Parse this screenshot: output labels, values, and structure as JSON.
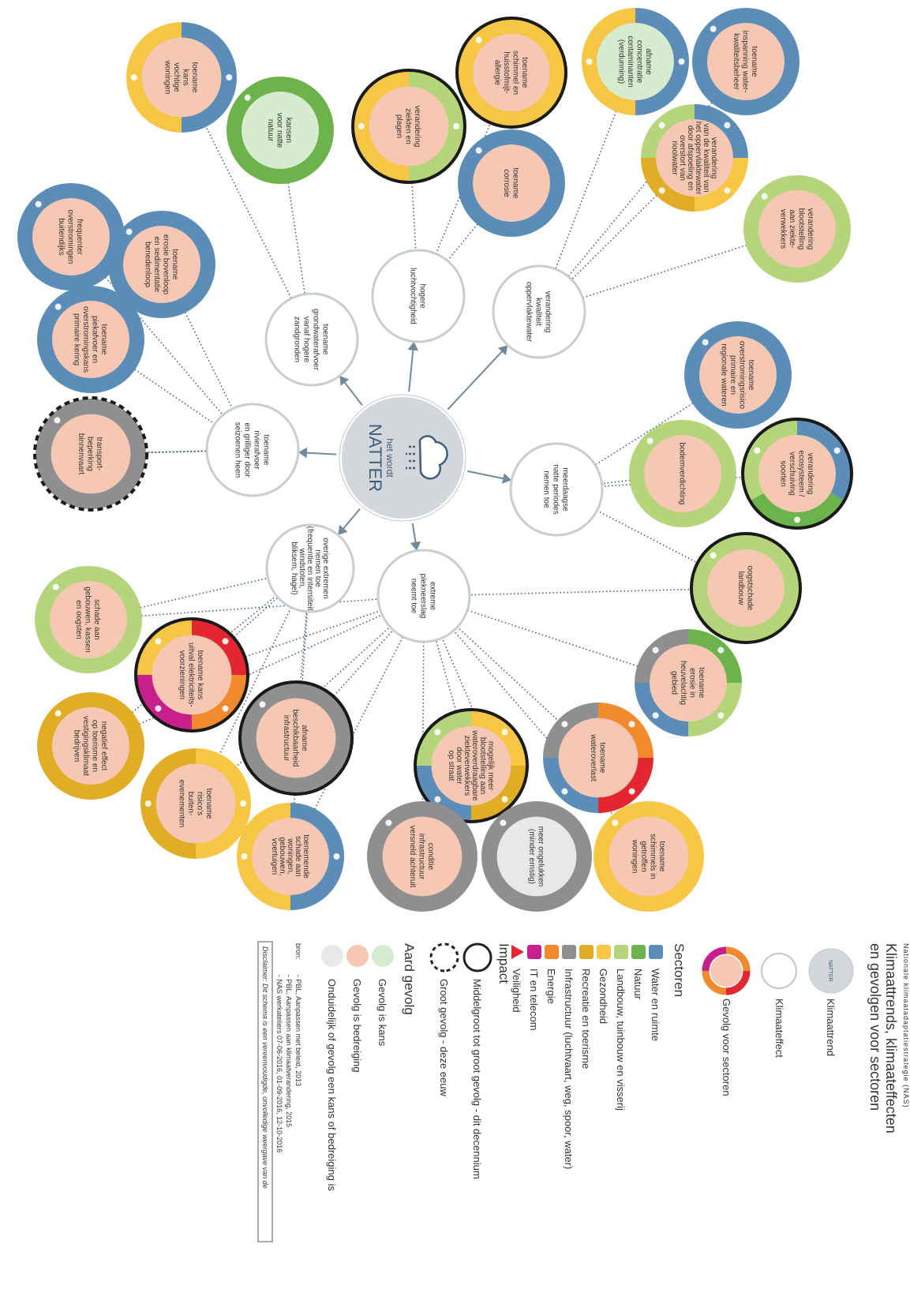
{
  "title": {
    "overline": "Nationale klimaatadaptatiestrategie (NAS)",
    "line1": "Klimaattrends, klimaateffecten",
    "line2": "en gevolgen voor sectoren"
  },
  "legend": {
    "klimaattrend_label": "Klimaattrend",
    "klimaateffect_label": "Klimaateffect",
    "gevolg_label": "Gevolg voor sectoren",
    "sectoren_heading": "Sectoren",
    "sectors": [
      {
        "label": "Water en ruimte",
        "color": "#5b8db8",
        "icon": "water-waves-icon"
      },
      {
        "label": "Natuur",
        "color": "#6bb34a",
        "icon": "tree-icon"
      },
      {
        "label": "Landbouw, tuinbouw en visserij",
        "color": "#b4d57a",
        "icon": "wheat-icon"
      },
      {
        "label": "Gezondheid",
        "color": "#f6c644",
        "icon": "heart-icon"
      },
      {
        "label": "Recreatie en toerisme",
        "color": "#e0ad24",
        "icon": "hiker-icon"
      },
      {
        "label": "Infrastructuur (luchtvaart, weg, spoor, water)",
        "color": "#8f8f91",
        "icon": "junction-icon"
      },
      {
        "label": "Energie",
        "color": "#f08a2c",
        "icon": "lightning-icon"
      },
      {
        "label": "IT en telecom",
        "color": "#c81f8e",
        "icon": "at-icon"
      },
      {
        "label": "Veiligheid",
        "color": "#e3262f",
        "icon": "warning-icon"
      }
    ],
    "impact_heading": "Impact",
    "impact": [
      {
        "label": "Middelgroot tot groot gevolg - dit decennium"
      },
      {
        "label": "Groot gevolg - deze eeuw"
      }
    ],
    "aard_heading": "Aard gevolg",
    "aard": [
      {
        "label": "Gevolg is kans",
        "color": "#d7ebcf"
      },
      {
        "label": "Gevolg is bedreiging",
        "color": "#f6c8b3"
      },
      {
        "label": "Onduidelijk of gevolg een kans of bedreiging is",
        "color": "#e6e8ea"
      }
    ],
    "bron_label": "bron:",
    "sources": [
      "- PBL, Aanpassen met beleid, 2013",
      "- PBL, Aanpassen aan klimaatverandering, 2015",
      "- NAS werkateliers 07-06-2016, 01-09-2016, 12-10-2016"
    ],
    "disclaimer": "Disclaimer: Dit schema is een vereenvoudigde, onvolledige weergave van de"
  },
  "center": {
    "line1": "het wordt",
    "line2": "NATTER"
  },
  "effects": [
    {
      "lines": [
        "toename",
        "grondwaterafvoer",
        "vanaf hogere",
        "zandgronden"
      ]
    },
    {
      "lines": [
        "hogere",
        "luchtvochtigheid"
      ]
    },
    {
      "lines": [
        "verandering",
        "kwaliteit",
        "oppervlaktewater"
      ]
    },
    {
      "lines": [
        "toename",
        "rivierafvoer",
        "en grilliger door",
        "seizoenen heen"
      ]
    },
    {
      "lines": [
        "meerdaagse",
        "natte periodes",
        "nemen toe"
      ]
    },
    {
      "lines": [
        "overige extremen",
        "nemen toe",
        "(frequentie en intensiteit",
        "windstoten,",
        "bliksem, hagel)"
      ]
    },
    {
      "lines": [
        "extreme",
        "piekneerslag",
        "neemt toe"
      ]
    }
  ],
  "consequences": [
    {
      "lines": [
        "toename",
        "kans",
        "vochtige",
        "woningen"
      ]
    },
    {
      "lines": [
        "kansen",
        "voor natte",
        "natuur"
      ]
    },
    {
      "lines": [
        "frequenter",
        "overstromingen",
        "buitendijks"
      ]
    },
    {
      "lines": [
        "toename",
        "erosie bovenloop",
        "en sedimentatie",
        "benedenloop"
      ]
    },
    {
      "lines": [
        "toename",
        "piekafvoer en",
        "overstromingskans",
        "primaire kering"
      ]
    },
    {
      "lines": [
        "transport-",
        "beperking",
        "binnenvaart"
      ]
    },
    {
      "lines": [
        "verandering",
        "ziekten en",
        "plagen"
      ]
    },
    {
      "lines": [
        "toename",
        "schimmel en",
        "huisstofmijt-",
        "allergie"
      ]
    },
    {
      "lines": [
        "toename",
        "corrosie"
      ]
    },
    {
      "lines": [
        "afname",
        "concentratie",
        "contaminanten",
        "(verdunning)"
      ]
    },
    {
      "lines": [
        "toename",
        "inspanning water-",
        "kwaliteitsbeheer"
      ]
    },
    {
      "lines": [
        "verandering",
        "van de kwaliteit van",
        "het oppervlaktewater",
        "door afspoeling en",
        "overstort van",
        "rioolwater"
      ]
    },
    {
      "lines": [
        "verandering",
        "blootstelling",
        "aan ziekte-",
        "verwekkers"
      ]
    },
    {
      "lines": [
        "toename",
        "overstromingsrisico",
        "primaire en",
        "regionale wateren"
      ]
    },
    {
      "lines": [
        "bodemverdichting"
      ]
    },
    {
      "lines": [
        "verandering",
        "ecosysteem /",
        "verschuiving",
        "soorten"
      ]
    },
    {
      "lines": [
        "oogstschade",
        "landbouw"
      ]
    },
    {
      "lines": [
        "schade aan",
        "gebouwen, kassen",
        "en oogsten"
      ]
    },
    {
      "lines": [
        "toename kans",
        "uitval elektriciteits-",
        "voorzieningen"
      ]
    },
    {
      "lines": [
        "afname",
        "beschikbaarheid",
        "infrastructuur"
      ]
    },
    {
      "lines": [
        "negatief effect",
        "op toerisme en",
        "vestigingsklimaat",
        "bedrijven"
      ]
    },
    {
      "lines": [
        "toename",
        "risico's",
        "buiten-",
        "evenementen"
      ]
    },
    {
      "lines": [
        "toenemende",
        "schade aan",
        "woningen,",
        "gebouwen,",
        "voertuigen"
      ]
    },
    {
      "lines": [
        "toename",
        "erosie in",
        "heuvelachtig",
        "gebied"
      ]
    },
    {
      "lines": [
        "toename",
        "wateroverlast"
      ]
    },
    {
      "lines": [
        "mogelijk meer",
        "blootstelling aan",
        "wateroverdraagbare",
        "ziekteverwekkers",
        "door water",
        "op straat"
      ]
    },
    {
      "lines": [
        "conditie",
        "infrastructuur",
        "versneld achteruit"
      ]
    },
    {
      "lines": [
        "meer ongelukken",
        "(minder ernstig)"
      ]
    },
    {
      "lines": [
        "toename",
        "schimmels in",
        "getroffen",
        "woningen"
      ]
    }
  ]
}
